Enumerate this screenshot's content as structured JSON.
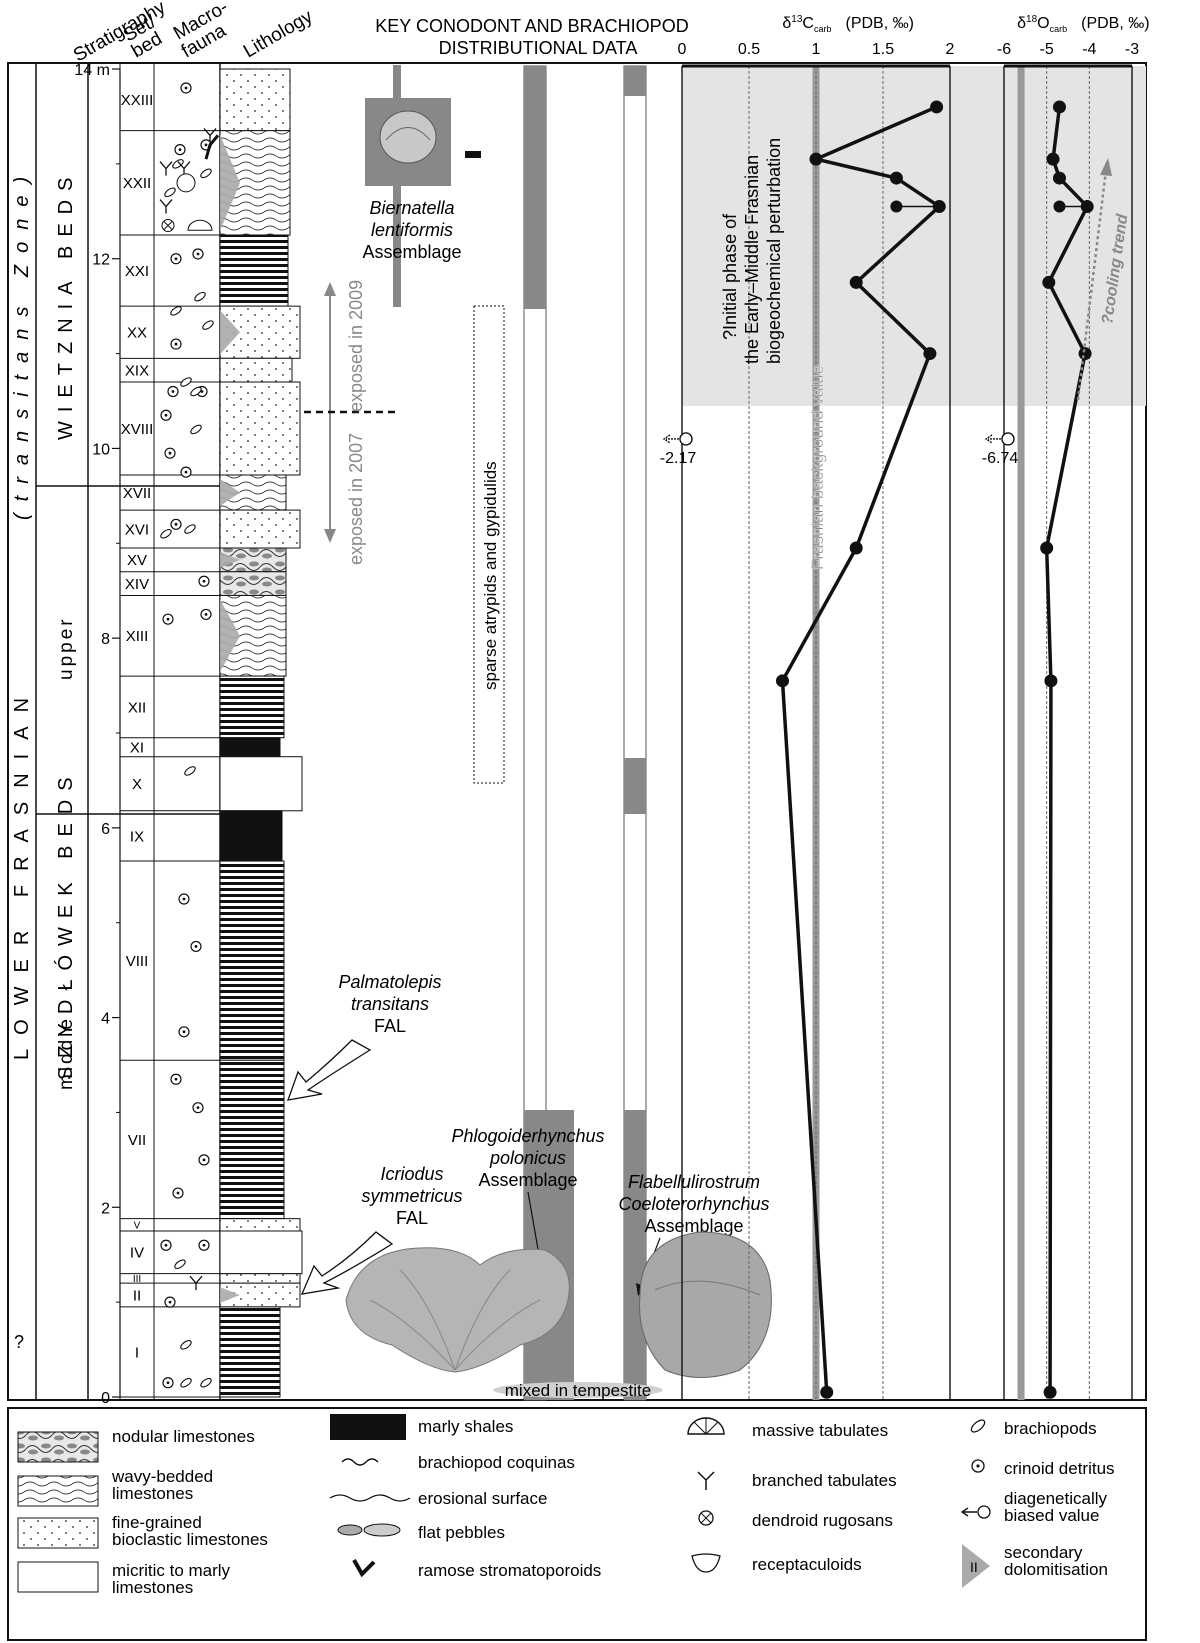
{
  "headers": {
    "stratigraphy": "Stratigraphy",
    "set_bed_1": "Set/",
    "set_bed_2": "bed",
    "macrofauna_1": "Macro-",
    "macrofauna_2": "fauna",
    "lithology": "Lithology",
    "key_title_1": "KEY CONODONT  AND BRACHIOPOD",
    "key_title_2": "DISTRIBUTIONAL DATA"
  },
  "strat": {
    "lower_frasnian": "LOWER  FRASNIAN",
    "zone": "(transitans  Zone)",
    "wietznia": "WIETZNIA  BEDS",
    "szydlowek": "SZYDŁÓWEK  BEDS",
    "upper": "upper",
    "middle": "middle",
    "question": "?"
  },
  "depth_unit": "m",
  "depth_ticks": [
    "0",
    "2",
    "4",
    "6",
    "8",
    "10",
    "12",
    "14"
  ],
  "beds": [
    {
      "name": "XXIII",
      "top": 14.0,
      "bottom": 13.35
    },
    {
      "name": "XXII",
      "top": 13.35,
      "bottom": 12.25
    },
    {
      "name": "XXI",
      "top": 12.25,
      "bottom": 11.5
    },
    {
      "name": "XX",
      "top": 11.5,
      "bottom": 10.95
    },
    {
      "name": "XIX",
      "top": 10.95,
      "bottom": 10.7
    },
    {
      "name": "XVIII",
      "top": 10.7,
      "bottom": 9.72
    },
    {
      "name": "XVII",
      "top": 9.72,
      "bottom": 9.35
    },
    {
      "name": "XVI",
      "top": 9.35,
      "bottom": 8.95
    },
    {
      "name": "XV",
      "top": 8.95,
      "bottom": 8.7
    },
    {
      "name": "XIV",
      "top": 8.7,
      "bottom": 8.45
    },
    {
      "name": "XIII",
      "top": 8.45,
      "bottom": 7.6
    },
    {
      "name": "XII",
      "top": 7.6,
      "bottom": 6.95
    },
    {
      "name": "XI",
      "top": 6.95,
      "bottom": 6.75
    },
    {
      "name": "X",
      "top": 6.75,
      "bottom": 6.18
    },
    {
      "name": "IX",
      "top": 6.18,
      "bottom": 5.65
    },
    {
      "name": "VIII",
      "top": 5.65,
      "bottom": 3.55
    },
    {
      "name": "VII",
      "top": 3.55,
      "bottom": 1.88
    },
    {
      "name": "V",
      "top": 1.88,
      "bottom": 1.75
    },
    {
      "name": "IV",
      "top": 1.75,
      "bottom": 1.3
    },
    {
      "name": "III",
      "top": 1.3,
      "bottom": 1.2
    },
    {
      "name": "II",
      "top": 1.2,
      "bottom": 0.95
    },
    {
      "name": "I",
      "top": 0.95,
      "bottom": 0.0
    }
  ],
  "annotations": {
    "exposed_2009": "exposed in 2009",
    "exposed_2007": "exposed in 2007",
    "sparse": "sparse atrypids and gypidulids",
    "biernatella_1": "Biernatella",
    "biernatella_2": "lentiformis",
    "biernatella_3": "Assemblage",
    "palmatolepis_1": "Palmatolepis",
    "palmatolepis_2": "transitans",
    "palmatolepis_3": "FAL",
    "icriodus_1": "Icriodus",
    "icriodus_2": "symmetricus",
    "icriodus_3": "FAL",
    "phlogo_1": "Phlogoiderhynchus",
    "phlogo_2": "polonicus",
    "phlogo_3": "Assemblage",
    "flabel_1": "Flabellulirostrum",
    "flabel_2": "Coeloterorhynchus",
    "flabel_3": "Assemblage",
    "mixed": "mixed in tempestite",
    "initial_1": "?Initial phase of",
    "initial_2": "the Early–Middle Frasnian",
    "initial_3": "biogeochemical perturbation",
    "background": "Frasnian background value",
    "cooling": "?cooling trend"
  },
  "chart_data": [
    {
      "type": "line",
      "title": "δ13Ccarb (PDB, ‰)",
      "title_main": "δ",
      "title_sup": "13",
      "title_c": "C",
      "title_sub": "carb",
      "title_unit": "(PDB, ‰)",
      "xlim": [
        0,
        2
      ],
      "x_ticks": [
        "0",
        "0.5",
        "1",
        "1.5",
        "2"
      ],
      "y_unit": "m",
      "background_value": 1.0,
      "series": [
        {
          "values": [
            {
              "depth": 13.6,
              "value": 1.9
            },
            {
              "depth": 13.05,
              "value": 1.0
            },
            {
              "depth": 12.85,
              "value": 1.6
            },
            {
              "depth": 12.55,
              "value": 1.92
            },
            {
              "depth": 11.75,
              "value": 1.3
            },
            {
              "depth": 11.0,
              "value": 1.85
            },
            {
              "depth": 8.95,
              "value": 1.3
            },
            {
              "depth": 7.55,
              "value": 0.75
            },
            {
              "depth": 0.05,
              "value": 1.08
            }
          ]
        }
      ],
      "side_points": [
        {
          "depth": 12.55,
          "value": 1.6
        }
      ],
      "outlier": {
        "depth": 10.1,
        "value": -2.17,
        "label": "-2.17"
      }
    },
    {
      "type": "line",
      "title": "δ18Ocarb (PDB, ‰)",
      "title_main": "δ",
      "title_sup": "18",
      "title_c": "O",
      "title_sub": "carb",
      "title_unit": "(PDB, ‰)",
      "xlim": [
        -6,
        -3
      ],
      "x_ticks": [
        "-6",
        "-5",
        "-4",
        "-3"
      ],
      "y_unit": "m",
      "background_value": -5.6,
      "series": [
        {
          "values": [
            {
              "depth": 13.6,
              "value": -4.7
            },
            {
              "depth": 13.05,
              "value": -4.85
            },
            {
              "depth": 12.85,
              "value": -4.7
            },
            {
              "depth": 12.55,
              "value": -4.05
            },
            {
              "depth": 11.75,
              "value": -4.95
            },
            {
              "depth": 11.0,
              "value": -4.1
            },
            {
              "depth": 8.95,
              "value": -5.0
            },
            {
              "depth": 7.55,
              "value": -4.9
            },
            {
              "depth": 0.05,
              "value": -4.92
            }
          ]
        }
      ],
      "side_points": [
        {
          "depth": 12.55,
          "value": -4.7
        }
      ],
      "outlier": {
        "depth": 10.1,
        "value": -6.74,
        "label": "-6.74"
      }
    }
  ],
  "legend": [
    {
      "key": "nodular",
      "label": [
        "nodular limestones"
      ]
    },
    {
      "key": "wavy",
      "label": [
        "wavy-bedded",
        "limestones"
      ]
    },
    {
      "key": "fine",
      "label": [
        "fine-grained",
        "bioclastic limestones"
      ]
    },
    {
      "key": "micritic",
      "label": [
        "micritic to marly",
        "limestones"
      ]
    },
    {
      "key": "marly",
      "label": [
        "marly shales"
      ]
    },
    {
      "key": "coquina",
      "label": [
        "brachiopod coquinas"
      ]
    },
    {
      "key": "erosion",
      "label": [
        "erosional surface"
      ]
    },
    {
      "key": "pebbles",
      "label": [
        "flat pebbles"
      ]
    },
    {
      "key": "ramose",
      "label": [
        "ramose stromatoporoids"
      ]
    },
    {
      "key": "massive",
      "label": [
        "massive tabulates"
      ]
    },
    {
      "key": "branched",
      "label": [
        "branched tabulates"
      ]
    },
    {
      "key": "dendroid",
      "label": [
        "dendroid rugosans"
      ]
    },
    {
      "key": "recept",
      "label": [
        "receptaculoids"
      ]
    },
    {
      "key": "brach",
      "label": [
        "brachiopods"
      ]
    },
    {
      "key": "crinoid",
      "label": [
        "crinoid detritus"
      ]
    },
    {
      "key": "biased",
      "label": [
        "diagenetically",
        "biased value"
      ]
    },
    {
      "key": "dolo",
      "label": [
        "secondary",
        "dolomitisation"
      ]
    }
  ]
}
